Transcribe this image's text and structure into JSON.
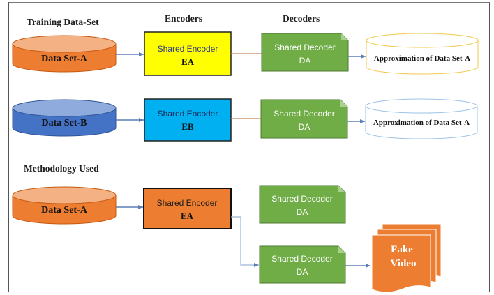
{
  "headers": {
    "training": "Training Data-Set",
    "encoders": "Encoders",
    "decoders": "Decoders",
    "methodology": "Methodology Used"
  },
  "row1": {
    "dataset": "Data Set-A",
    "encoder_label": "Shared Encoder",
    "encoder_sub": "EA",
    "decoder_label": "Shared Decoder",
    "decoder_sub": "DA",
    "output": "Approximation of Data Set-A"
  },
  "row2": {
    "dataset": "Data Set-B",
    "encoder_label": "Shared Encoder",
    "encoder_sub": "EB",
    "decoder_label": "Shared Decoder",
    "decoder_sub": "DA",
    "output": "Approximation of Data Set-A"
  },
  "row3": {
    "dataset": "Data Set-A",
    "encoder_label": "Shared Encoder",
    "encoder_sub": "EA",
    "decoder_top_label": "Shared Decoder",
    "decoder_top_sub": "DA",
    "decoder_bottom_label": "Shared Decoder",
    "decoder_bottom_sub": "DA",
    "output_line1": "Fake",
    "output_line2": "Video"
  },
  "colors": {
    "orange": "#ED7D31",
    "blue": "#4472C4",
    "yellow": "#FFFF00",
    "cyan": "#00B0F0",
    "green": "#70AD47",
    "connector": "#5B7FB5"
  }
}
